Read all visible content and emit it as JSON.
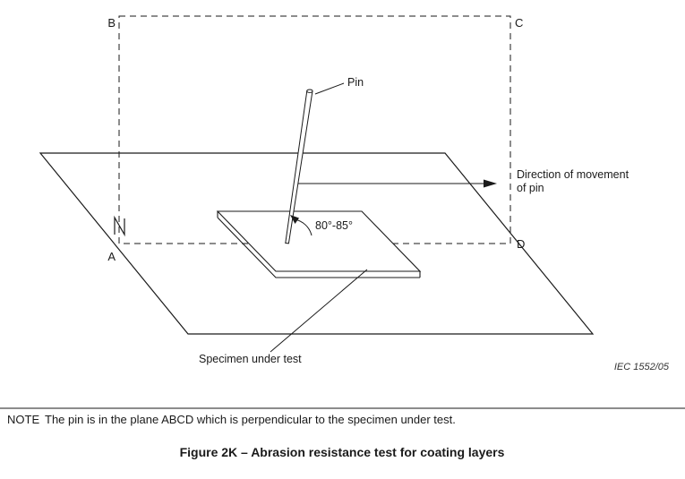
{
  "figure": {
    "plane_labels": {
      "a": "A",
      "b": "B",
      "c": "C",
      "d": "D"
    },
    "pin_label": "Pin",
    "direction_label": {
      "line1": "Direction of movement",
      "line2": "of pin"
    },
    "angle_label": "80°-85°",
    "specimen_label": "Specimen under test",
    "reference": "IEC 1552/05"
  },
  "note": {
    "label": "NOTE",
    "text": "The pin is in the plane ABCD which is perpendicular to the specimen under test."
  },
  "caption": "Figure 2K – Abrasion resistance test for coating layers"
}
